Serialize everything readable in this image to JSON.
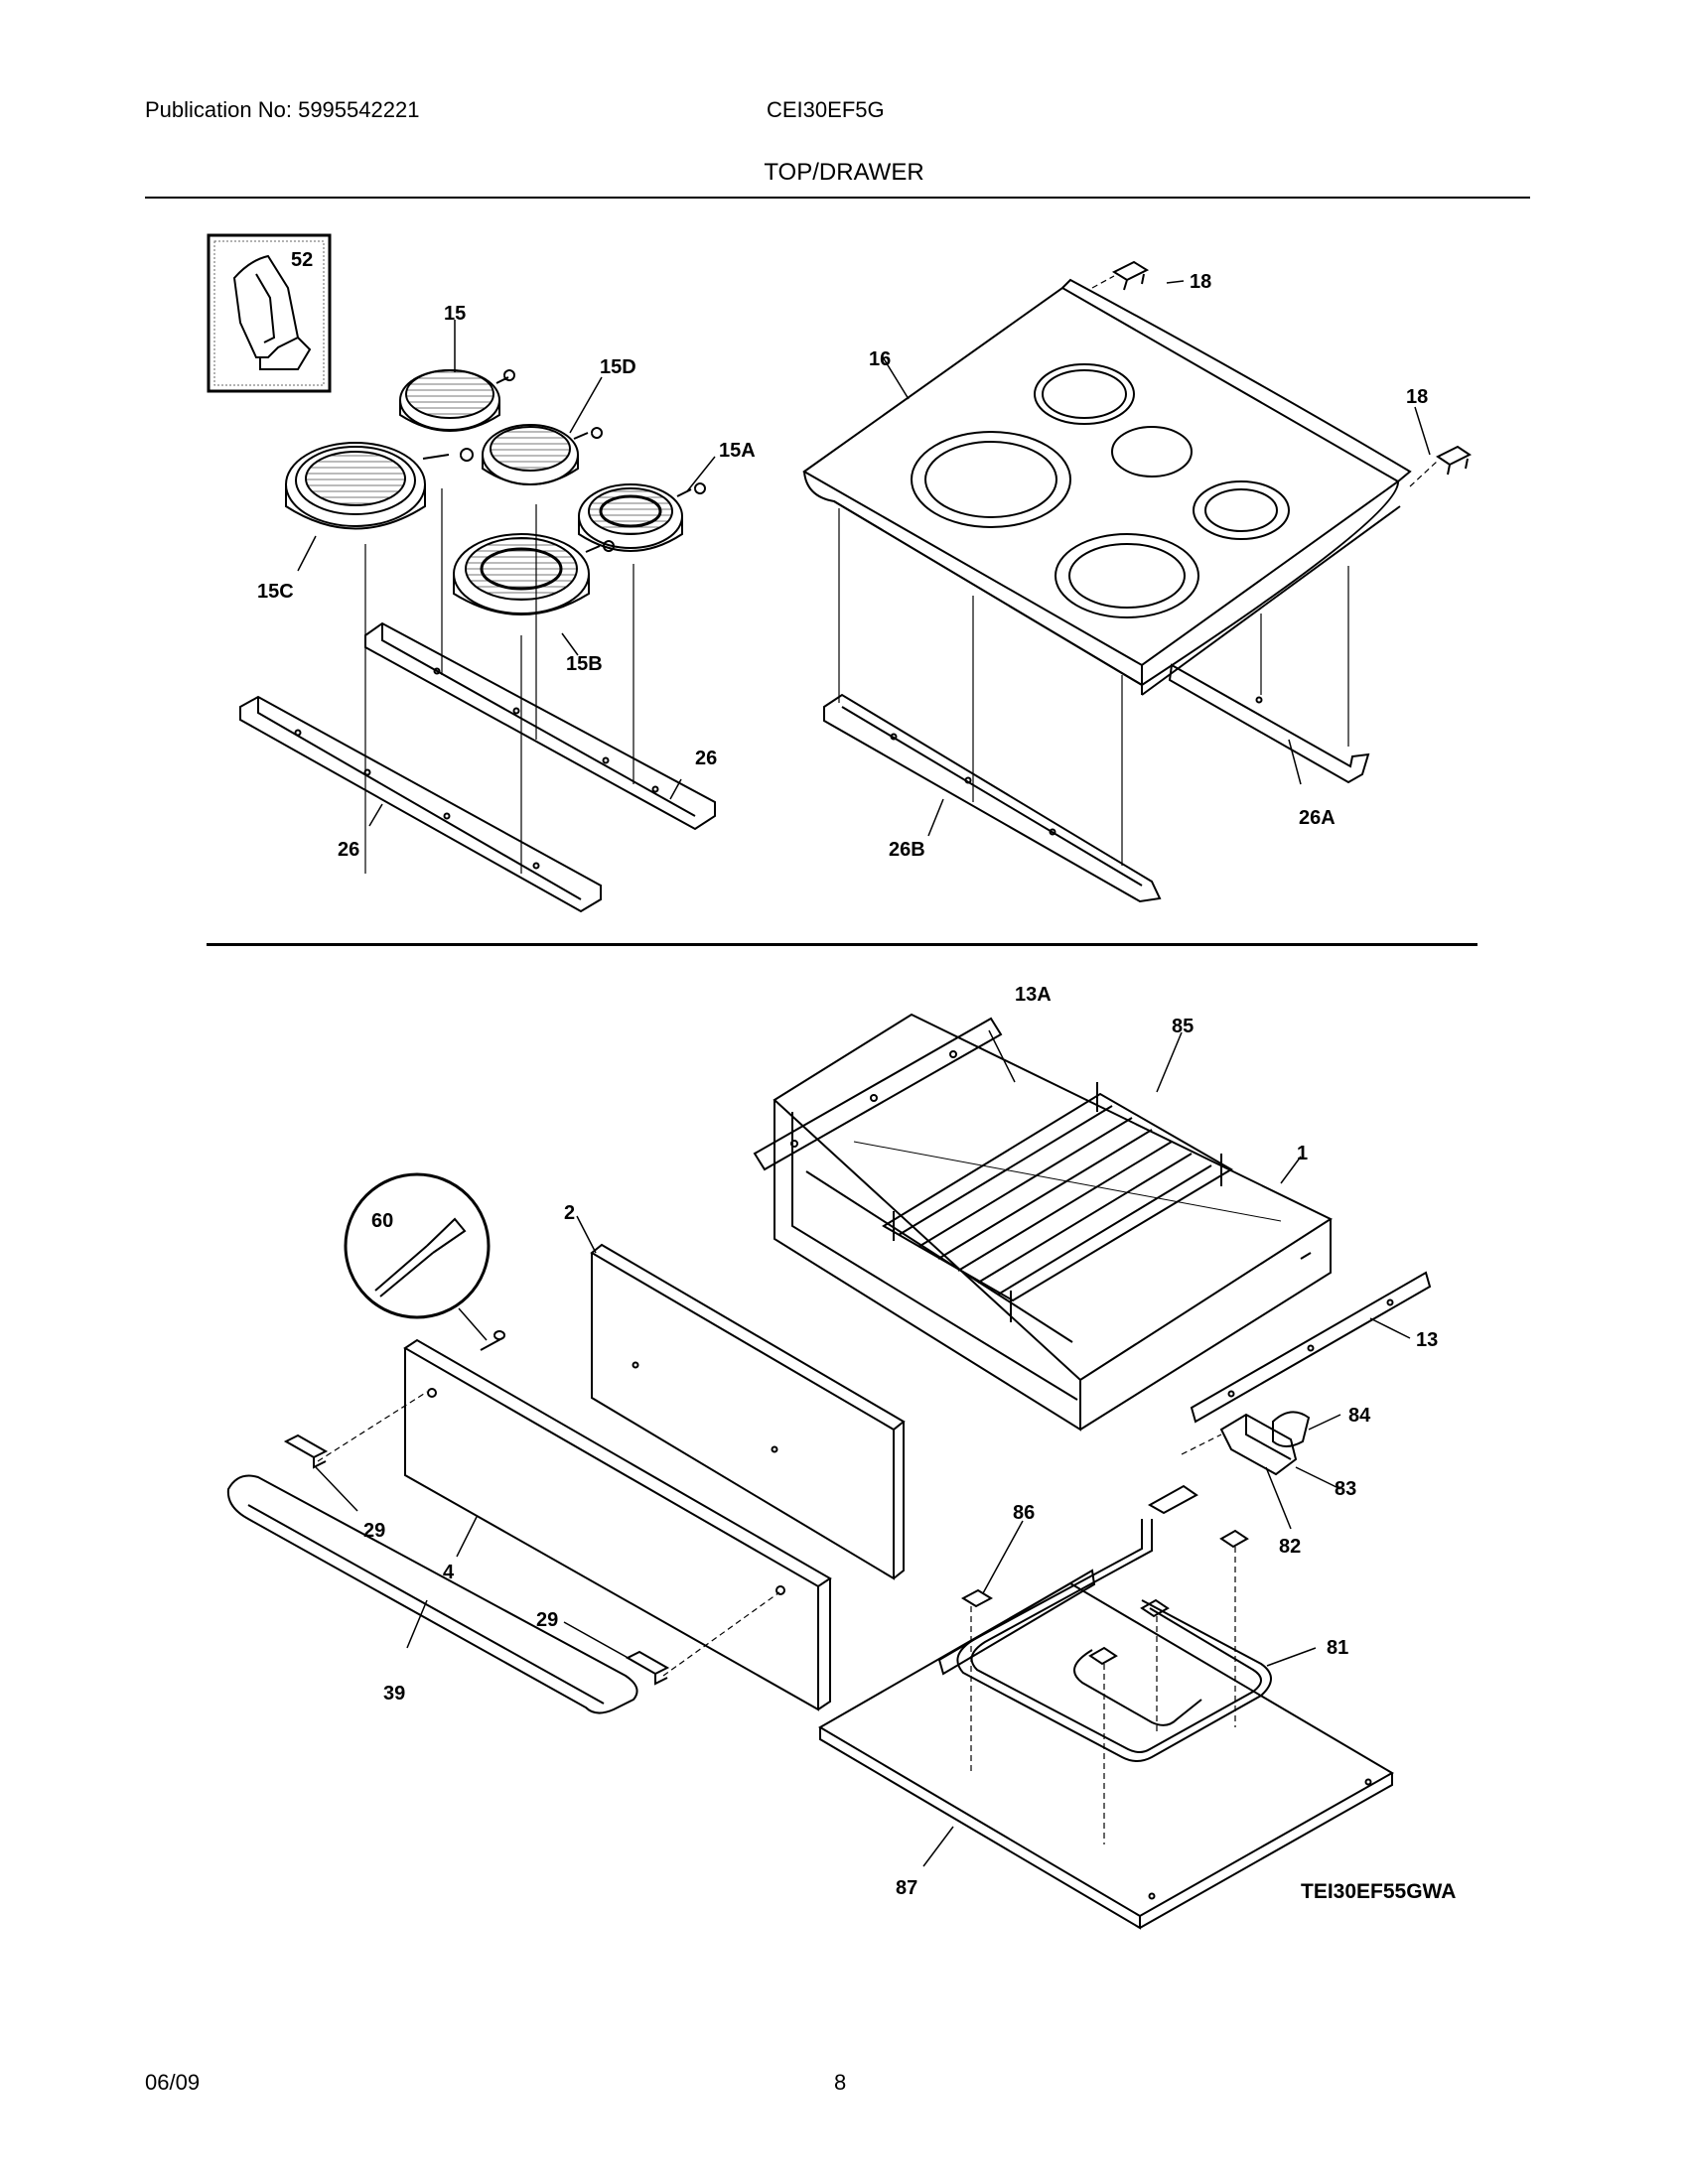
{
  "header": {
    "publication": "Publication No: 5995542221",
    "model": "CEI30EF5G",
    "title": "TOP/DRAWER"
  },
  "callouts": {
    "p52": "52",
    "p15": "15",
    "p15d": "15D",
    "p15a": "15A",
    "p15c": "15C",
    "p15b": "15B",
    "p16": "16",
    "p18a": "18",
    "p18b": "18",
    "p26a": "26",
    "p26b": "26",
    "p26a_label": "26A",
    "p26b_label": "26B",
    "p13a": "13A",
    "p85": "85",
    "p1": "1",
    "p60": "60",
    "p2": "2",
    "p13": "13",
    "p84": "84",
    "p83": "83",
    "p82": "82",
    "p86": "86",
    "p81": "81",
    "p29a": "29",
    "p29b": "29",
    "p4": "4",
    "p39": "39",
    "p87": "87"
  },
  "diagram_code": "TEI30EF55GWA",
  "footer": {
    "date": "06/09",
    "page": "8"
  }
}
